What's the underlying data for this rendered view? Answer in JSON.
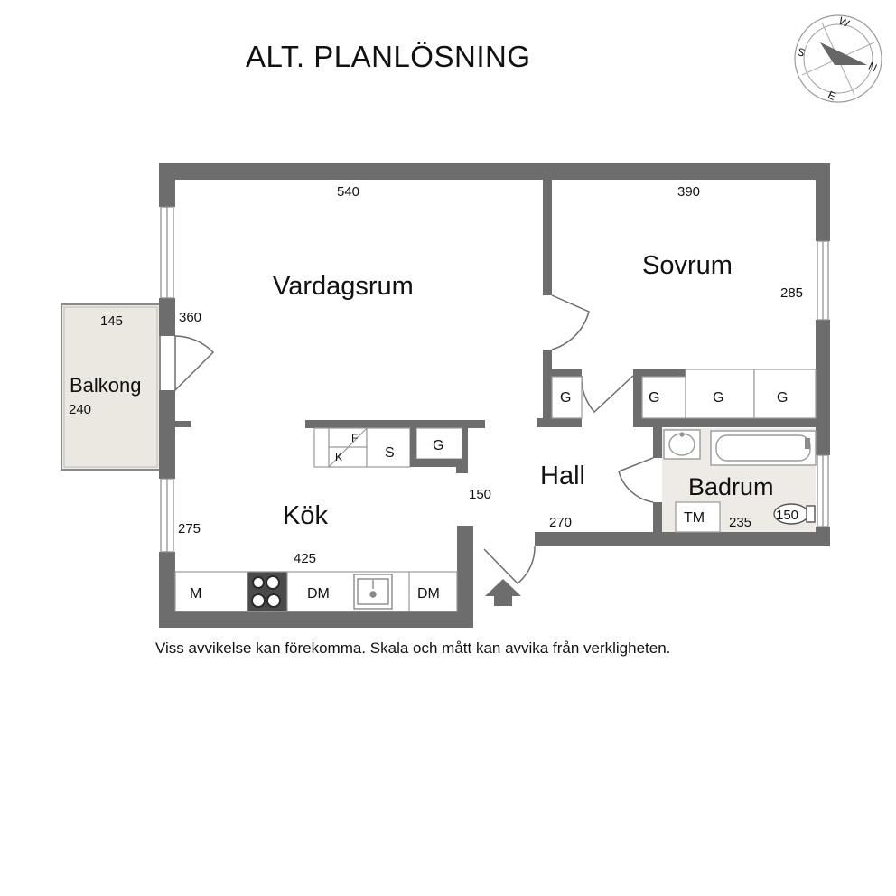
{
  "title": "ALT. PLANLÖSNING",
  "disclaimer": "Viss avvikelse kan förekomma. Skala och mått kan avvika från verkligheten.",
  "compass": {
    "n": "N",
    "e": "E",
    "s": "S",
    "w": "W"
  },
  "rooms": {
    "vardagsrum": "Vardagsrum",
    "sovrum": "Sovrum",
    "balkong": "Balkong",
    "kok": "Kök",
    "hall": "Hall",
    "badrum": "Badrum"
  },
  "dims": {
    "vardagsrum_width": "540",
    "sovrum_width": "390",
    "sovrum_depth": "285",
    "vardagsrum_depth": "360",
    "balkong_width": "145",
    "balkong_depth": "240",
    "kok_depth": "275",
    "kok_width": "425",
    "hall_width": "150",
    "hall_depth": "270",
    "badrum_width": "235"
  },
  "fixtures": {
    "wardrobe_hall": "G",
    "wardrobe_1": "G",
    "wardrobe_2": "G",
    "wardrobe_3": "G",
    "wardrobe_kitchen": "G",
    "fridge": "F",
    "freezer": "K",
    "storage": "S",
    "microwave": "M",
    "dishwasher": "DM",
    "dishwasher_2": "DM",
    "washing_machine": "TM",
    "shower": "150"
  }
}
